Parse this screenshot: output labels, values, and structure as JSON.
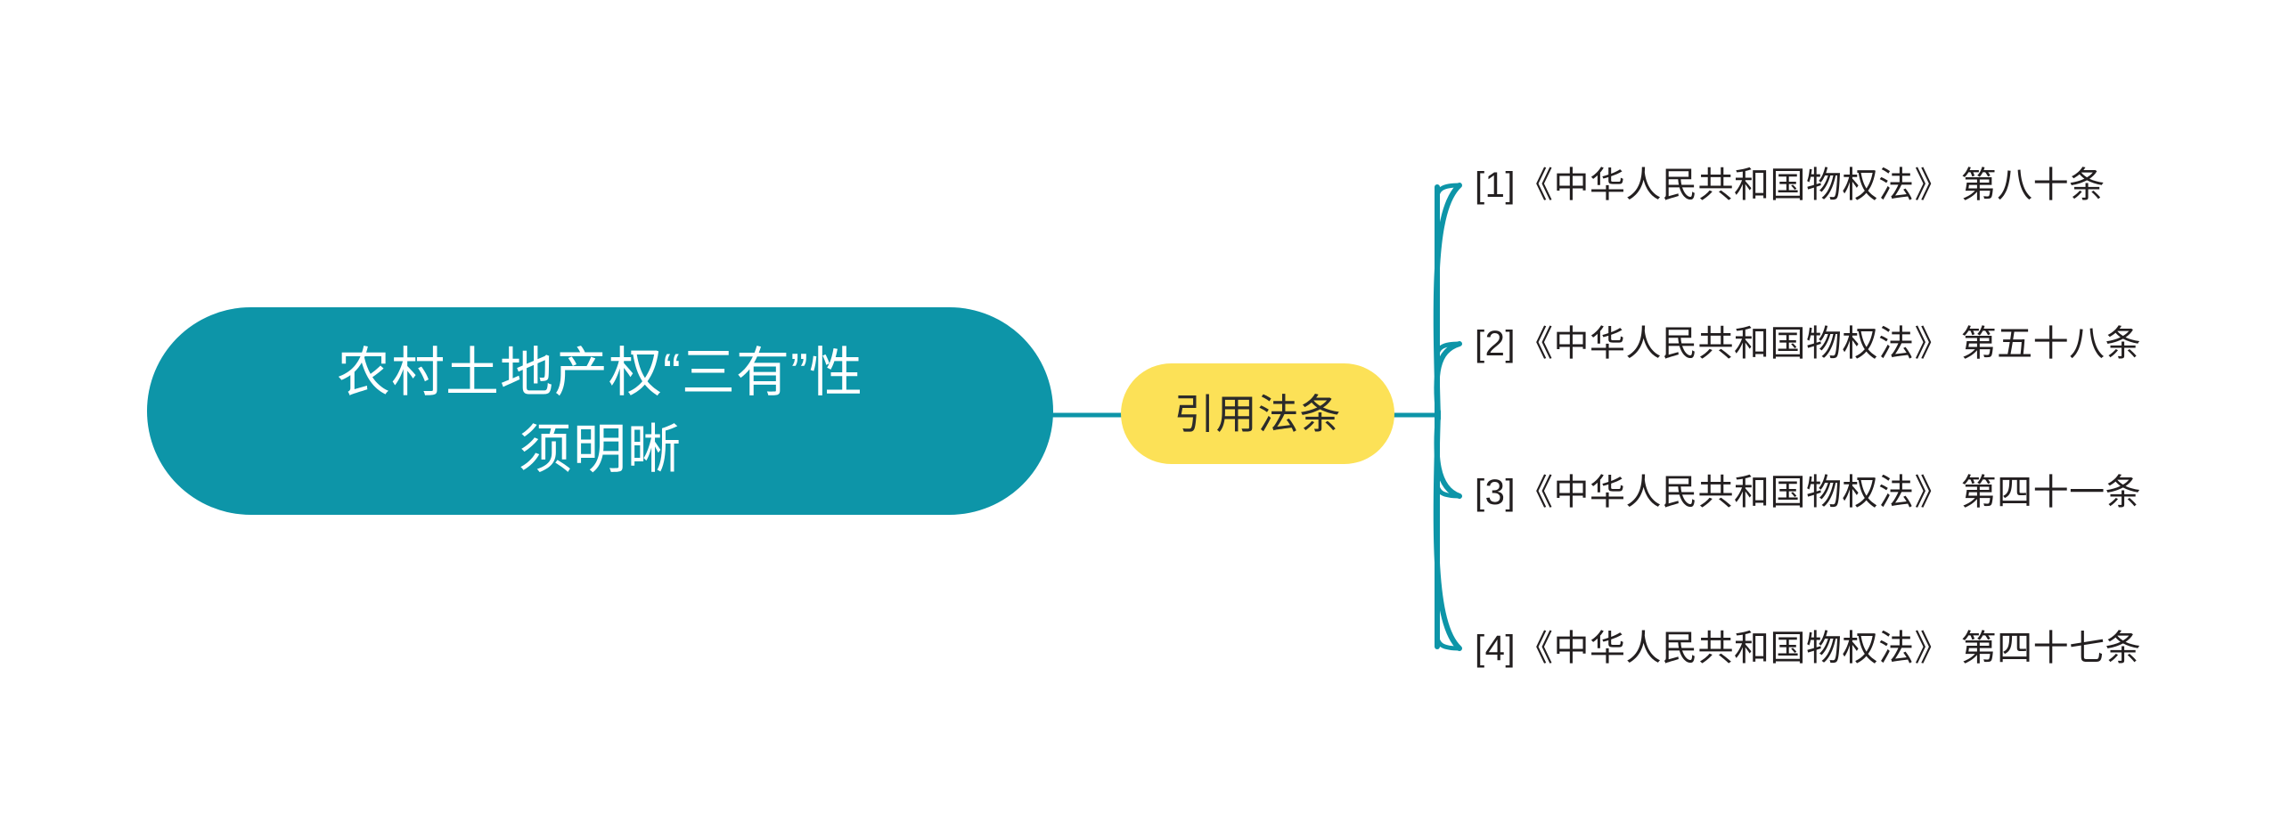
{
  "diagram": {
    "type": "mind-map",
    "orientation": "left-to-right",
    "background_color": "#ffffff"
  },
  "root": {
    "label": "农村土地产权“三有”性\n须明晰",
    "fill_color": "#0d95a8",
    "text_color": "#ffffff",
    "shape": "pill"
  },
  "branch": {
    "label": "引用法条",
    "fill_color": "#fce157",
    "text_color": "#2b2b2b",
    "shape": "pill"
  },
  "connector": {
    "color": "#0d95a8",
    "stroke_width": 5
  },
  "leaves": [
    {
      "index": "[1]",
      "text": "《中华人民共和国物权法》 第八十条"
    },
    {
      "index": "[2]",
      "text": "《中华人民共和国物权法》 第五十八条"
    },
    {
      "index": "[3]",
      "text": "《中华人民共和国物权法》 第四十一条"
    },
    {
      "index": "[4]",
      "text": "《中华人民共和国物权法》 第四十七条"
    }
  ]
}
